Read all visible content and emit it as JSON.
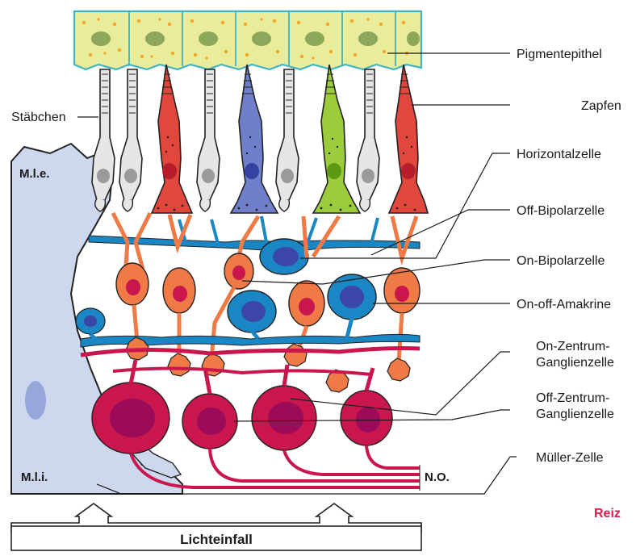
{
  "labels": {
    "pigmentepithel": "Pigmentepithel",
    "zapfen": "Zapfen",
    "horizontalzelle": "Horizontalzelle",
    "off_bipolarzelle": "Off-Bipolarzelle",
    "on_bipolarzelle": "On-Bipolarzelle",
    "on_off_amakrine": "On-off-Amakrine",
    "on_zentrum_line1": "On-Zentrum-",
    "on_zentrum_line2": "Ganglienzelle",
    "off_zentrum_line1": "Off-Zentrum-",
    "off_zentrum_line2": "Ganglienzelle",
    "mueller_zelle": "Müller-Zelle",
    "staebchen": "Stäbchen",
    "mle": "M.l.e.",
    "mli": "M.l.i.",
    "no": "N.O.",
    "reiz": "Reiz",
    "lichteinfall": "Lichteinfall"
  },
  "colors": {
    "pigment_fill": "#e9ec9a",
    "pigment_stroke": "#3fb3c4",
    "mueller_fill": "#cdd7ee",
    "rod_fill": "#e6e6e6",
    "cone_red": "#e2473d",
    "cone_blue": "#6f7fc9",
    "cone_green": "#9ccc3c",
    "bipolar": "#f07a45",
    "horizontal_amacrine": "#1a86c4",
    "ganglion": "#c9174e",
    "reiz": "#d81b4a"
  }
}
